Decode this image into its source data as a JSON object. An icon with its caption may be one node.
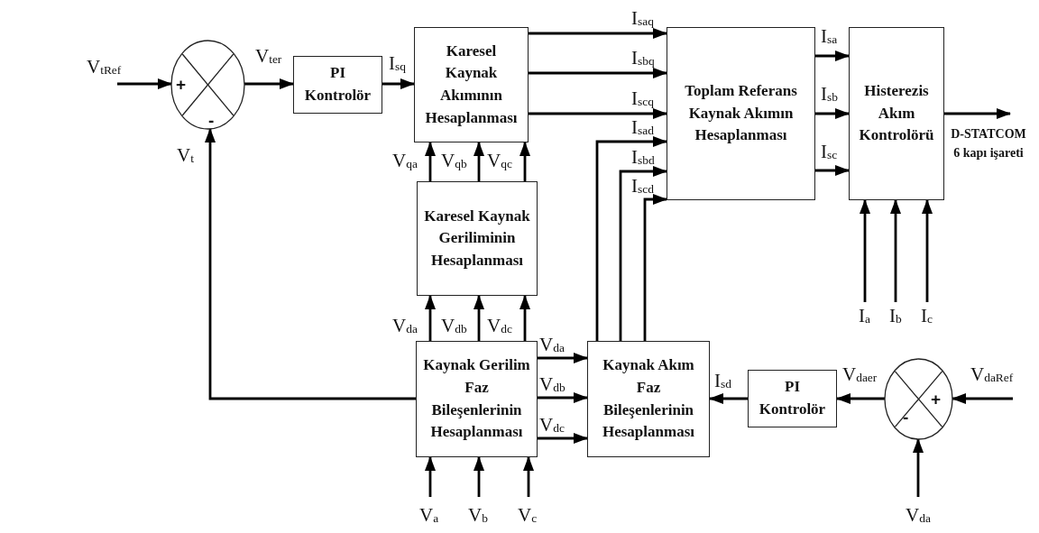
{
  "diagram": {
    "nodes": [
      {
        "text": [
          "+",
          "-"
        ]
      },
      {
        "text": [
          "PI Kontrolör"
        ]
      },
      {
        "text": [
          "Karesel Kaynak Akımının Hesaplanması"
        ]
      },
      {
        "text": [
          "Toplam Referans Kaynak Akımın Hesaplanması"
        ]
      },
      {
        "text": [
          "Histerezis Akım Kontrolörü"
        ]
      },
      {
        "text": [
          "Karesel Kaynak Geriliminin Hesaplanması"
        ]
      },
      {
        "text": [
          "Kaynak Gerilim Faz Bileşenlerinin Hesaplanması"
        ]
      },
      {
        "text": [
          "Kaynak Akım Faz Bileşenlerinin Hesaplanması"
        ]
      },
      {
        "text": [
          "PI Kontrolör"
        ]
      },
      {
        "text": [
          "+",
          "-"
        ]
      }
    ],
    "edges": [
      {
        "from": null,
        "to": 0,
        "arrow": "to",
        "label": "V$_{tRef}$"
      },
      {
        "from": 0,
        "to": 1,
        "arrow": "to",
        "label": "V$_{ter}$"
      },
      {
        "from": 1,
        "to": 2,
        "arrow": "to",
        "label": "I$_{sq}$"
      },
      {
        "from": 6,
        "to": 0,
        "arrow": "to",
        "label": "V$_{t}$"
      },
      {
        "from": 2,
        "to": 3,
        "arrow": "to",
        "label": "I$_{saq}$"
      },
      {
        "from": 2,
        "to": 3,
        "arrow": "to",
        "label": "I$_{sbq}$"
      },
      {
        "from": 2,
        "to": 3,
        "arrow": "to",
        "label": "I$_{scq}$"
      },
      {
        "from": 7,
        "to": 3,
        "arrow": "to",
        "label": "I$_{sad}$"
      },
      {
        "from": 7,
        "to": 3,
        "arrow": "to",
        "label": "I$_{sbd}$"
      },
      {
        "from": 7,
        "to": 3,
        "arrow": "to",
        "label": "I$_{scd}$"
      },
      {
        "from": 3,
        "to": 4,
        "arrow": "to",
        "label": "I$_{sa}$"
      },
      {
        "from": 3,
        "to": 4,
        "arrow": "to",
        "label": "I$_{sb}$"
      },
      {
        "from": 3,
        "to": 4,
        "arrow": "to",
        "label": "I$_{sc}$"
      },
      {
        "from": 4,
        "to": null,
        "arrow": "to",
        "label": "D-STATCOM 6 kapı işareti"
      },
      {
        "from": null,
        "to": 4,
        "arrow": "to",
        "label": "I$_{a}$"
      },
      {
        "from": null,
        "to": 4,
        "arrow": "to",
        "label": "I$_{b}$"
      },
      {
        "from": null,
        "to": 4,
        "arrow": "to",
        "label": "I$_{c}$"
      },
      {
        "from": 5,
        "to": 2,
        "arrow": "to",
        "label": "V$_{qa}$"
      },
      {
        "from": 5,
        "to": 2,
        "arrow": "to",
        "label": "V$_{qb}$"
      },
      {
        "from": 5,
        "to": 2,
        "arrow": "to",
        "label": "V$_{qc}$"
      },
      {
        "from": 6,
        "to": 5,
        "arrow": "to",
        "label": "V$_{da}$"
      },
      {
        "from": 6,
        "to": 5,
        "arrow": "to",
        "label": "V$_{db}$"
      },
      {
        "from": 6,
        "to": 5,
        "arrow": "to",
        "label": "V$_{dc}$"
      },
      {
        "from": null,
        "to": 6,
        "arrow": "to",
        "label": "V$_{a}$"
      },
      {
        "from": null,
        "to": 6,
        "arrow": "to",
        "label": "V$_{b}$"
      },
      {
        "from": null,
        "to": 6,
        "arrow": "to",
        "label": "V$_{c}$"
      },
      {
        "from": 6,
        "to": 7,
        "arrow": "to",
        "label": "V$_{da}$"
      },
      {
        "from": 6,
        "to": 7,
        "arrow": "to",
        "label": "V$_{db}$"
      },
      {
        "from": 6,
        "to": 7,
        "arrow": "to",
        "label": "V$_{dc}$"
      },
      {
        "from": 8,
        "to": 7,
        "arrow": "to",
        "label": "I$_{sd}$"
      },
      {
        "from": 9,
        "to": 8,
        "arrow": "to",
        "label": "V$_{daer}$"
      },
      {
        "from": null,
        "to": 9,
        "arrow": "to",
        "label": "V$_{daRef}$"
      },
      {
        "from": null,
        "to": 9,
        "arrow": "to",
        "label": "V$_{da}$"
      }
    ]
  }
}
